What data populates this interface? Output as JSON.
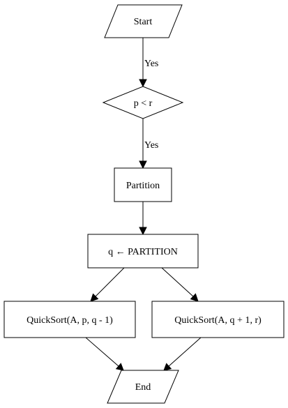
{
  "nodes": {
    "start": {
      "label": "Start",
      "shape": "parallelogram"
    },
    "condition": {
      "label": "p < r",
      "shape": "diamond"
    },
    "partition": {
      "label": "Partition",
      "shape": "rectangle"
    },
    "assign": {
      "label": "q ← PARTITION",
      "shape": "rectangle"
    },
    "left_call": {
      "label": "QuickSort(A, p, q - 1)",
      "shape": "rectangle"
    },
    "right_call": {
      "label": "QuickSort(A, q + 1, r)",
      "shape": "rectangle"
    },
    "end": {
      "label": "End",
      "shape": "parallelogram"
    }
  },
  "edges": [
    {
      "from": "start",
      "to": "condition",
      "label": "Yes"
    },
    {
      "from": "condition",
      "to": "partition",
      "label": "Yes"
    },
    {
      "from": "partition",
      "to": "assign",
      "label": ""
    },
    {
      "from": "assign",
      "to": "left_call",
      "label": ""
    },
    {
      "from": "assign",
      "to": "right_call",
      "label": ""
    },
    {
      "from": "left_call",
      "to": "end",
      "label": ""
    },
    {
      "from": "right_call",
      "to": "end",
      "label": ""
    }
  ],
  "colors": {
    "stroke": "#000000",
    "fill": "#ffffff",
    "text": "#000000"
  }
}
